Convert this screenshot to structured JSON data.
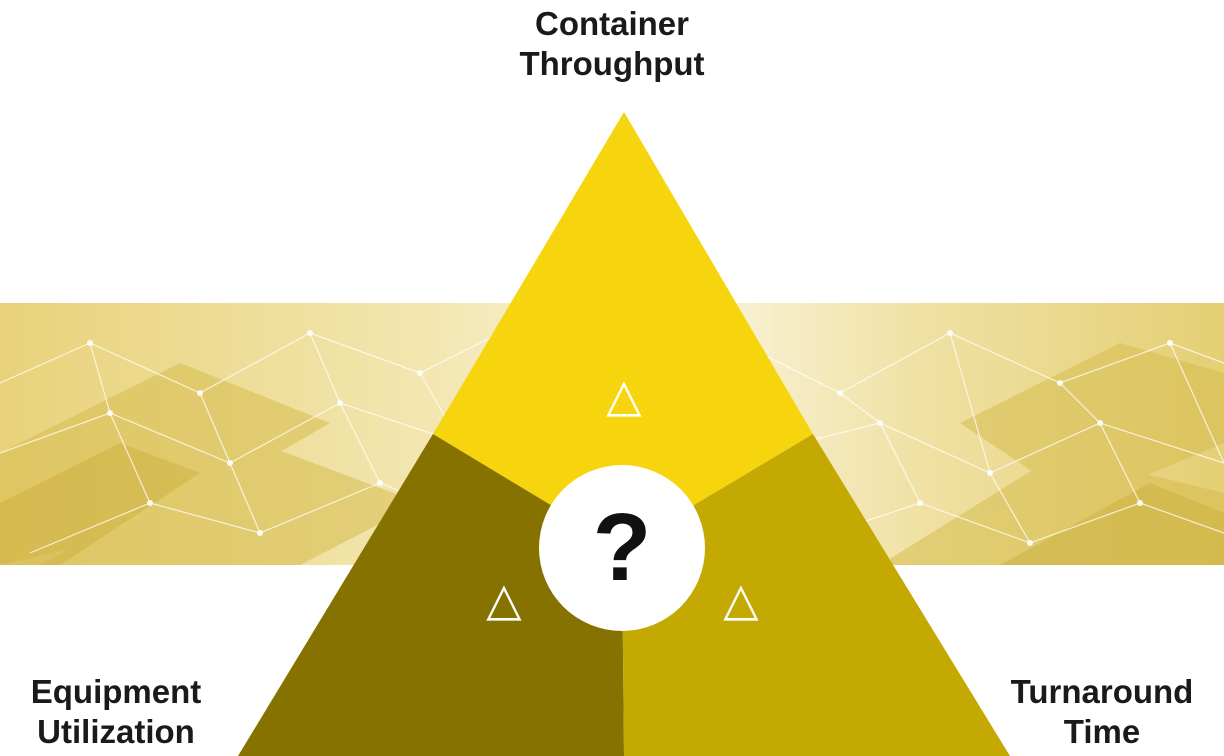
{
  "diagram": {
    "vertices": {
      "top": {
        "line1": "Container",
        "line2": "Throughput"
      },
      "left": {
        "line1": "Equipment",
        "line2": "Utilization"
      },
      "right": {
        "line1": "Turnaround",
        "line2": "Time"
      }
    },
    "center_symbol": "?",
    "segment_symbol": "△",
    "colors": {
      "top_segment": "#F7D50E",
      "left_segment": "#857200",
      "right_segment": "#C4A903",
      "background_band": "#E9D98A"
    }
  }
}
